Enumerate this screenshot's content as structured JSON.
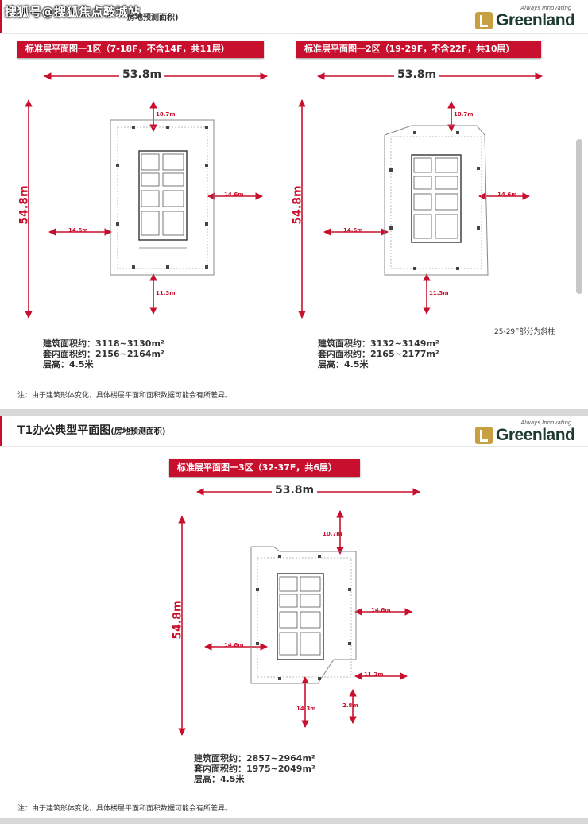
{
  "watermark": "搜狐号@搜狐焦点鞍城站",
  "panel1": {
    "subtitle_fragment": "房地预测面积)",
    "logo": {
      "tagline": "Always Innovating",
      "name": "Greenland"
    },
    "zone1": {
      "banner": "标准层平面图一1区（7-18F，不含14F，共11层）",
      "width_label": "53.8m",
      "height_label": "54.8m",
      "dims": {
        "top": "10.7m",
        "left": "14.6m",
        "right": "14.6m",
        "bottom": "11.3m"
      },
      "stats": {
        "gross": "建筑面积约：3118~3130m²",
        "inner": "套内面积约：2156~2164m²",
        "floor_height": "层高：4.5米"
      }
    },
    "zone2": {
      "banner": "标准层平面图一2区（19-29F，不含22F，共10层）",
      "width_label": "53.8m",
      "height_label": "54.8m",
      "dims": {
        "top": "10.7m",
        "left": "14.6m",
        "right": "14.6m",
        "bottom": "11.3m"
      },
      "remark": "25-29F部分为斜柱",
      "stats": {
        "gross": "建筑面积约：3132~3149m²",
        "inner": "套内面积约：2165~2177m²",
        "floor_height": "层高：4.5米"
      }
    },
    "note": "注：由于建筑形体变化，具体楼层平面和面积数据可能会有所差异。"
  },
  "panel2": {
    "title": "T1办公典型平面图",
    "title_small": "(房地预测面积)",
    "logo": {
      "tagline": "Always Innovating",
      "name": "Greenland"
    },
    "zone3": {
      "banner": "标准层平面图一3区（32-37F，共6层）",
      "width_label": "53.8m",
      "height_label": "54.8m",
      "dims": {
        "top": "10.7m",
        "left": "14.6m",
        "right": "14.6m",
        "right_lower": "11.2m",
        "bottom": "14.3m",
        "bottom_right": "2.8m"
      },
      "stats": {
        "gross": "建筑面积约：2857~2964m²",
        "inner": "套内面积约：1975~2049m²",
        "floor_height": "层高：4.5米"
      }
    },
    "note": "注：由于建筑形体变化，具体楼层平面和面积数据可能会有所差异。"
  },
  "colors": {
    "accent": "#c8102e",
    "logo_mark": "#c8a041",
    "logo_text": "#1d3b2f"
  }
}
